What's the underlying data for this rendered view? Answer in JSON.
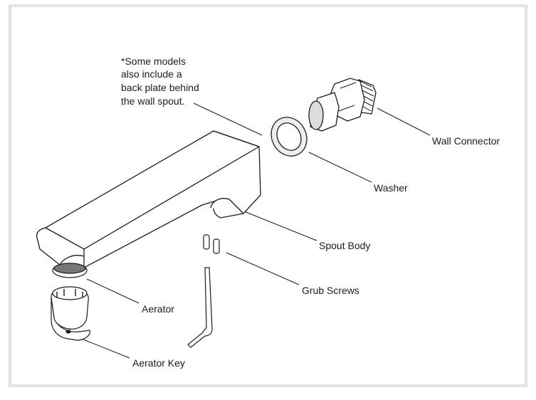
{
  "note": {
    "lines": [
      "*Some models",
      "also include a",
      "back plate behind",
      "the wall spout."
    ]
  },
  "labels": {
    "wall_connector": "Wall Connector",
    "washer": "Washer",
    "spout_body": "Spout Body",
    "grub_screws": "Grub Screws",
    "aerator": "Aerator",
    "aerator_key": "Aerator Key"
  },
  "colors": {
    "frame": "#e3e3e3",
    "line": "#1c1c1c"
  }
}
